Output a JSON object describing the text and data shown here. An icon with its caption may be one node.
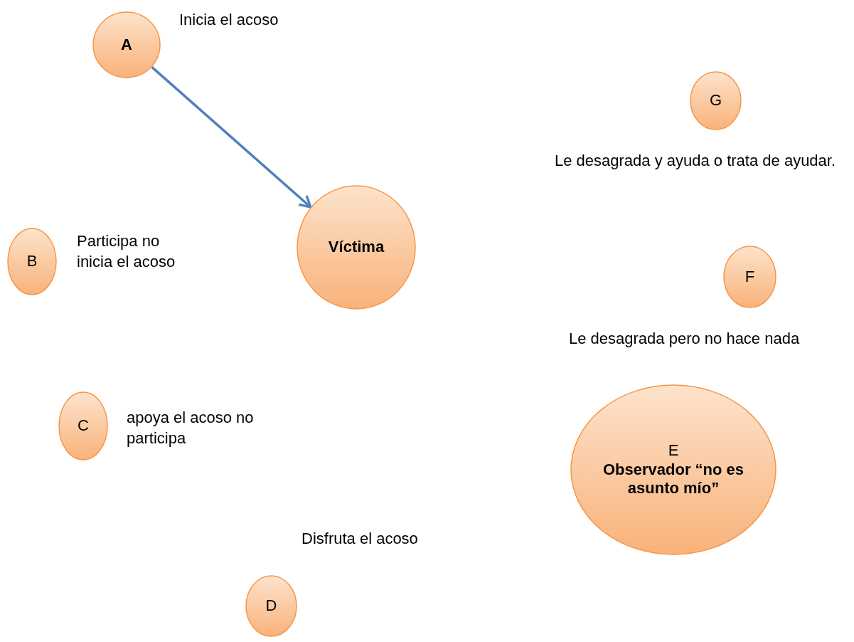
{
  "diagram": {
    "nodes": [
      {
        "text": [
          "A"
        ],
        "beside": [
          "Inicia el acoso"
        ]
      },
      {
        "text": [
          "G"
        ],
        "beside": [
          "Le desagrada y ayuda o trata de ayudar."
        ]
      },
      {
        "text": [
          "B"
        ],
        "beside": [
          "Participa no inicia el acoso"
        ]
      },
      {
        "text": [
          "Víctima"
        ]
      },
      {
        "text": [
          "F"
        ],
        "beside": [
          "Le desagrada pero no hace nada"
        ]
      },
      {
        "text": [
          "C"
        ],
        "beside": [
          "apoya el acoso no participa"
        ]
      },
      {
        "text": [
          "E",
          "Observador “no es asunto mío”"
        ]
      },
      {
        "text": [
          "D"
        ],
        "beside": [
          "Disfruta el acoso"
        ]
      }
    ],
    "edges": [
      {
        "from": 0,
        "to": 3,
        "arrow": "to"
      }
    ]
  }
}
